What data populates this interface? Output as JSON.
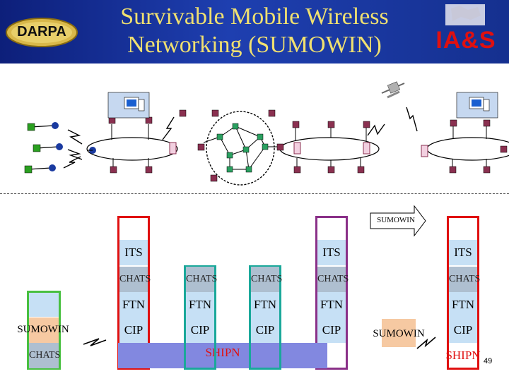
{
  "header": {
    "title_line1": "Survivable Mobile Wireless",
    "title_line2": "Networking (SUMOWIN)",
    "left_logo": "DARPA",
    "right_logo": "IA&S"
  },
  "arrow_label": "SUMOWIN",
  "stacks": {
    "left": {
      "sumowin": "SUMOWIN",
      "chats": "CHATS"
    },
    "col1": {
      "its": "ITS",
      "chats": "CHATS",
      "ftn": "FTN",
      "cip": "CIP"
    },
    "col2": {
      "chats": "CHATS",
      "ftn": "FTN",
      "cip": "CIP"
    },
    "col3": {
      "chats": "CHATS",
      "ftn": "FTN",
      "cip": "CIP"
    },
    "col4": {
      "its": "ITS",
      "chats": "CHATS",
      "ftn": "FTN",
      "cip": "CIP"
    },
    "mid": {
      "sumowin": "SUMOWIN"
    },
    "right": {
      "its": "ITS",
      "chats": "CHATS",
      "ftn": "FTN",
      "cip": "CIP",
      "shipn": "SHIPN"
    },
    "shipn": "SHIPN"
  },
  "page_number": "49",
  "colors": {
    "banner": "#15308f",
    "title": "#f0e070",
    "red_frame": "#e01010",
    "teal_frame": "#1aa89a",
    "purple_frame": "#8a3088",
    "green_frame": "#48c040",
    "shipn_bar": "#8288e0"
  }
}
